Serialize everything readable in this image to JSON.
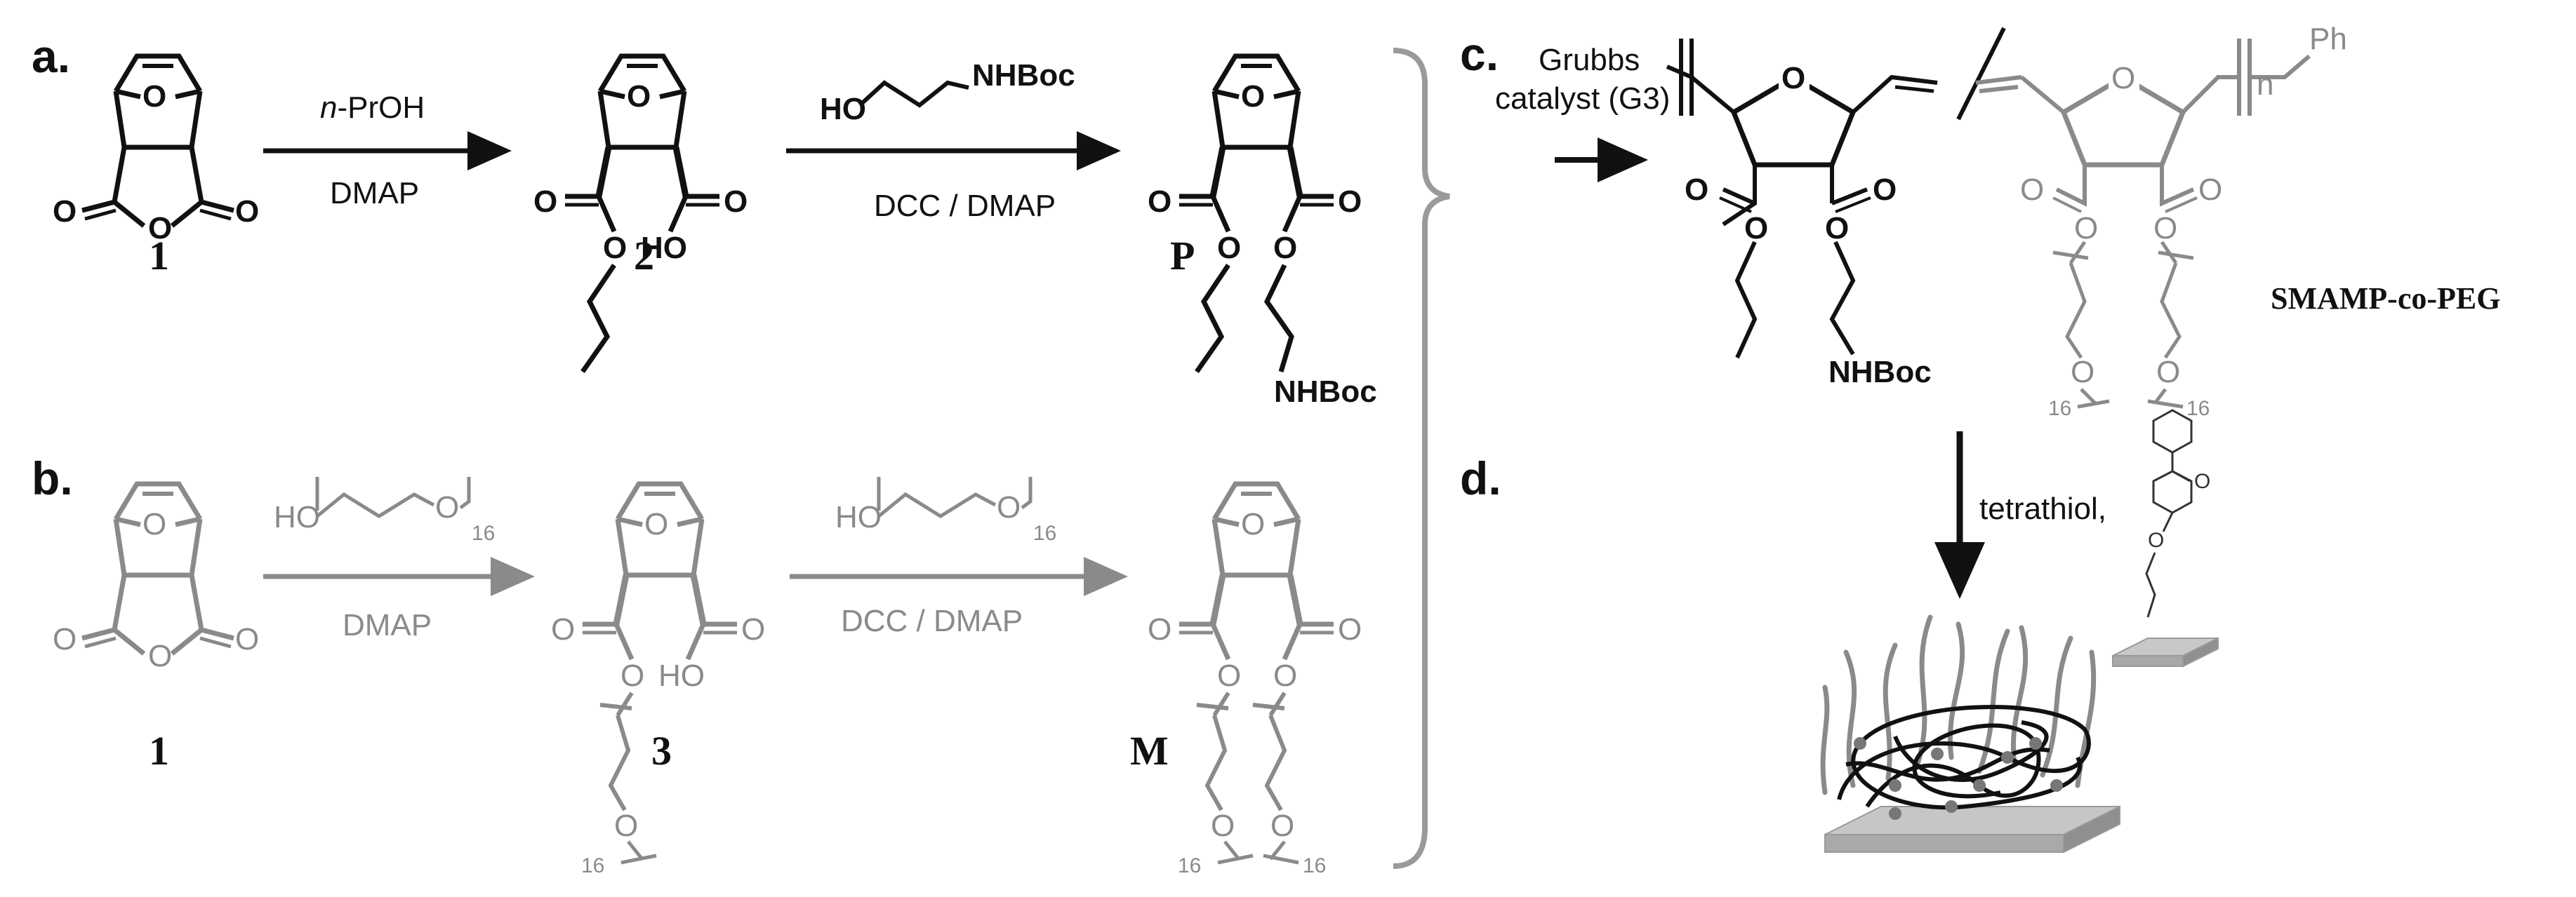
{
  "panels": {
    "a": "a.",
    "b": "b.",
    "c": "c.",
    "d": "d."
  },
  "compounds": {
    "c1_top": "1",
    "c2": "2",
    "cP": "P",
    "c1_bottom": "1",
    "c3": "3",
    "cM": "M"
  },
  "reagents": {
    "a1_top_italic": "n",
    "a1_top_rest": "-PrOH",
    "a1_bottom": "DMAP",
    "a2_top": "NHBoc",
    "a2_bottom": "DCC / DMAP",
    "b1_bottom": "DMAP",
    "b2_bottom": "DCC / DMAP",
    "c_line1": "Grubbs",
    "c_line2": "catalyst (G3)",
    "d_reagent": "tetrathiol,"
  },
  "atoms": {
    "O": "O",
    "HO": "HO",
    "NHBoc": "NHBoc",
    "Ph": "Ph",
    "n": "n",
    "sixteen": "16"
  },
  "product_label": "SMAMP-co-PEG",
  "colors": {
    "black": "#111111",
    "grey": "#8a8a8a",
    "surface": "#b9b9b9",
    "node": "#777777"
  }
}
